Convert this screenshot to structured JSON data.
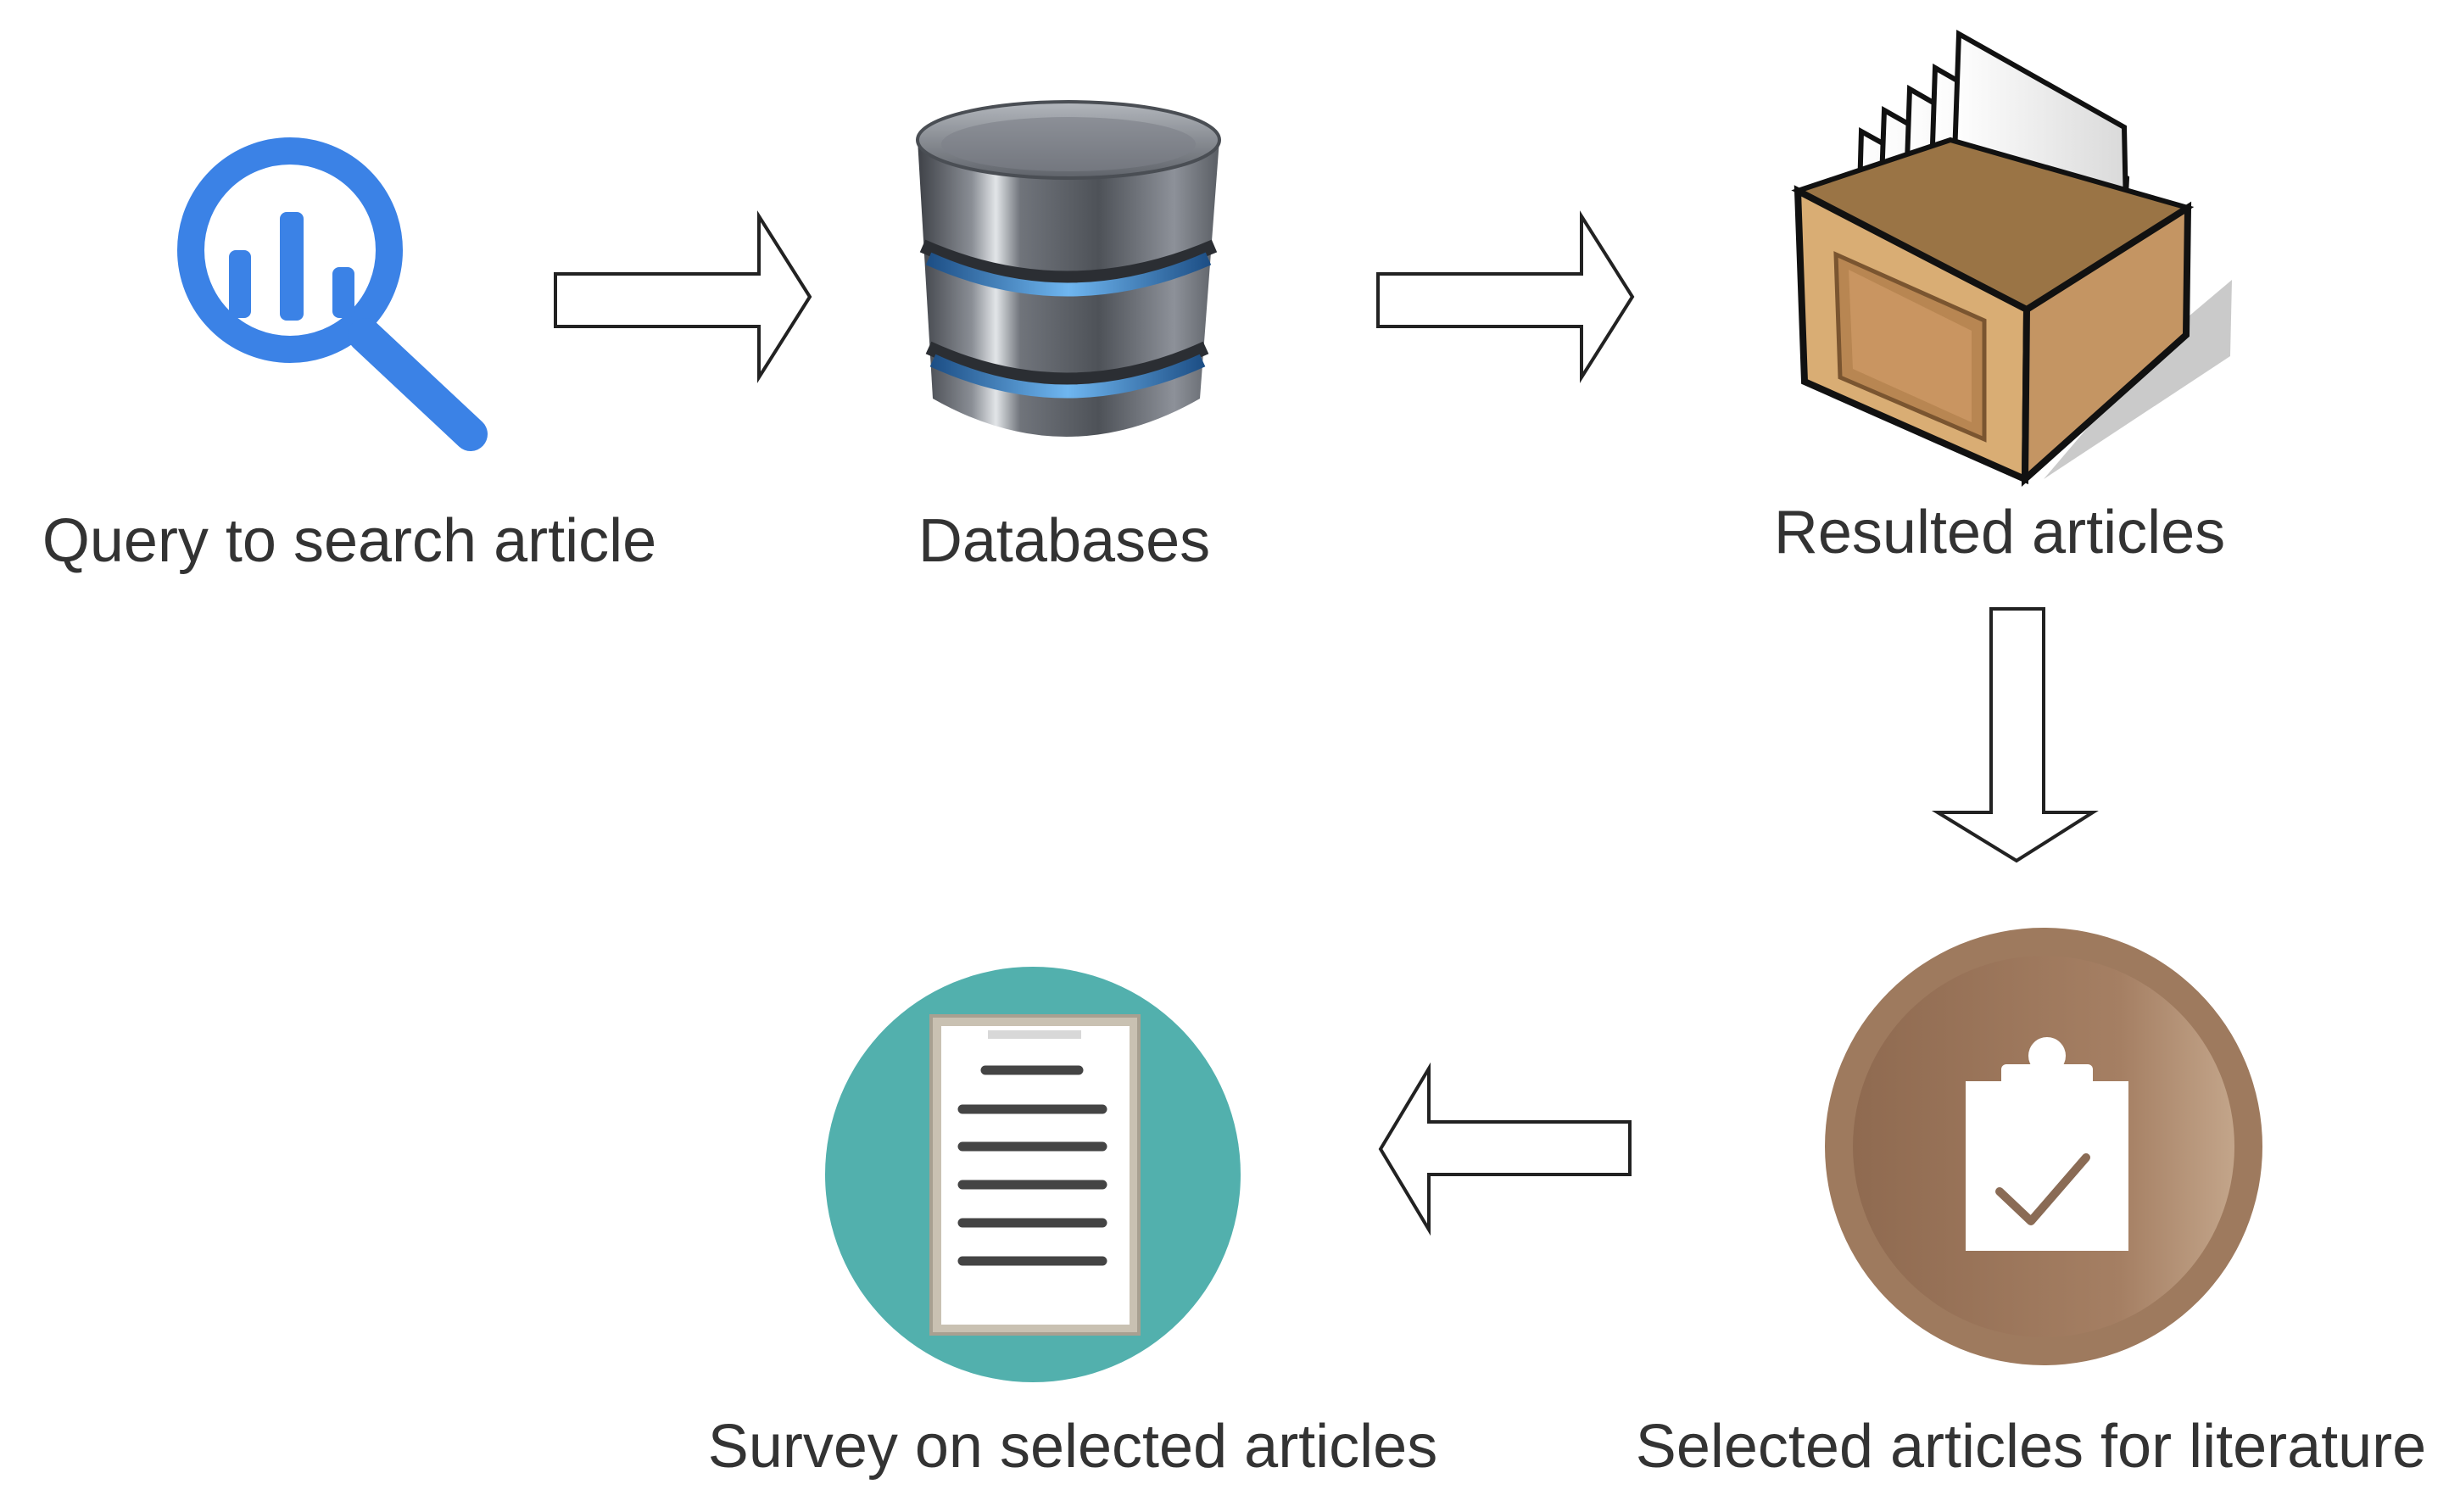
{
  "nodes": {
    "query": {
      "label": "Query to search article",
      "icon": "magnifier-chart-icon",
      "color": "#3b82e6"
    },
    "databases": {
      "label": "Databases",
      "icon": "database-icon",
      "color": "#6e7278"
    },
    "resulted": {
      "label": "Resulted articles",
      "icon": "file-box-icon",
      "color": "#c89a63"
    },
    "selected": {
      "label": "Selected articles for literature",
      "icon": "clipboard-check-icon",
      "color": "#a0775b"
    },
    "survey": {
      "label": "Survey on selected articles",
      "icon": "document-icon",
      "color": "#4fb0ac"
    }
  },
  "edges": [
    {
      "from": "query",
      "to": "databases"
    },
    {
      "from": "databases",
      "to": "resulted"
    },
    {
      "from": "resulted",
      "to": "selected"
    },
    {
      "from": "selected",
      "to": "survey"
    }
  ]
}
